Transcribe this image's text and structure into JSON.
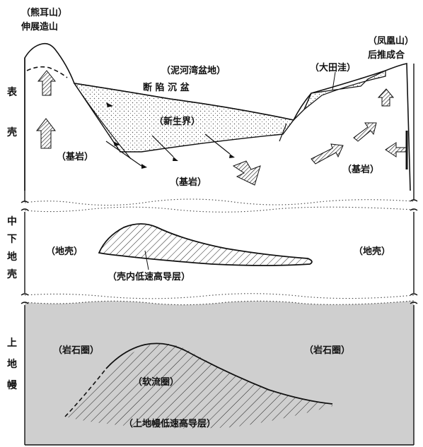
{
  "mountains": {
    "left_name": "（熊耳山）",
    "left_type": "伸展造山",
    "right_name": "（凤凰山）",
    "right_type": "后推成合"
  },
  "basin": {
    "name": "（泥河湾盆地）",
    "type": "断  陷  沉  盆"
  },
  "datianwa": "（大田洼）",
  "cenozoic": "（新生界）",
  "bedrock": [
    "（基岩）",
    "（基岩）",
    "（基岩）"
  ],
  "crust_label": "（地壳）",
  "lvz_crust": "（壳内低速高导层）",
  "lithosphere": "（岩石圈）",
  "asthenosphere": "（软流圈）",
  "lvz_mantle": "（上地幔低速高导层）",
  "layers": {
    "upper_crust": [
      "表",
      "壳"
    ],
    "mid_lower_crust": [
      "中",
      "下",
      "地",
      "壳"
    ],
    "upper_mantle": [
      "上",
      "地",
      "幔"
    ]
  }
}
